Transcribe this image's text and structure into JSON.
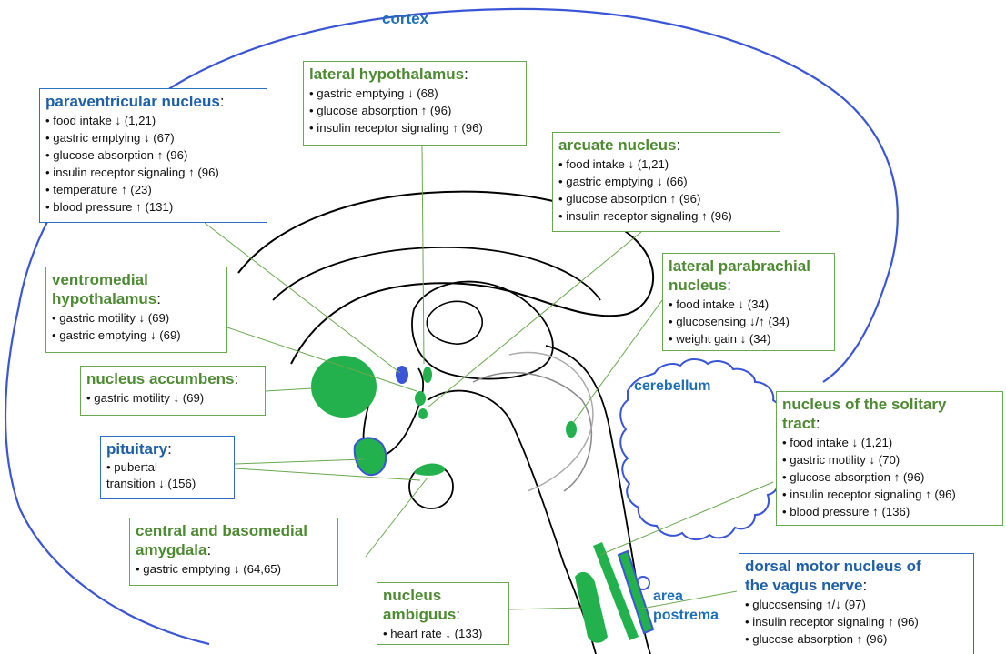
{
  "regions": {
    "cortex": "cortex",
    "cerebellum": "cerebellum",
    "area_postrema": "area\npostrema"
  },
  "boxes": {
    "paraventricular": {
      "title": "paraventricular nucleus",
      "items": [
        "food intake ↓ (1,21)",
        "gastric emptying ↓ (67)",
        "glucose absorption ↑ (96)",
        "insulin receptor signaling ↑ (96)",
        "temperature ↑ (23)",
        "blood pressure ↑ (131)"
      ]
    },
    "lateral_hypothalamus": {
      "title": "lateral hypothalamus",
      "items": [
        "gastric emptying ↓ (68)",
        "glucose absorption ↑ (96)",
        "insulin receptor signaling ↑ (96)"
      ]
    },
    "arcuate": {
      "title": "arcuate nucleus",
      "items": [
        "food intake ↓ (1,21)",
        "gastric emptying ↓ (66)",
        "glucose absorption ↑ (96)",
        "insulin receptor signaling ↑ (96)"
      ]
    },
    "ventromedial": {
      "title": "ventromedial\nhypothalamus",
      "items": [
        "gastric motility ↓ (69)",
        "gastric emptying ↓ (69)"
      ]
    },
    "lateral_parabrachial": {
      "title": "lateral parabrachial\nnucleus",
      "items": [
        "food intake ↓ (34)",
        "glucosensing ↓/↑ (34)",
        "weight gain ↓ (34)"
      ]
    },
    "accumbens": {
      "title": "nucleus accumbens",
      "items": [
        "gastric motility ↓ (69)"
      ]
    },
    "pituitary": {
      "title": "pituitary",
      "items": [
        "pubertal\ntransition ↓ (156)"
      ]
    },
    "solitary": {
      "title": "nucleus of the solitary\ntract",
      "items": [
        "food intake ↓ (1,21)",
        "gastric motility ↓ (70)",
        "glucose absorption ↑ (96)",
        "insulin receptor signaling ↑ (96)",
        "blood pressure ↑ (136)"
      ]
    },
    "amygdala": {
      "title": "central and basomedial\namygdala",
      "items": [
        "gastric emptying ↓ (64,65)"
      ]
    },
    "ambiguus": {
      "title": "nucleus\nambiguus",
      "items": [
        "heart rate ↓ (133)"
      ]
    },
    "dorsal_motor": {
      "title": "dorsal motor nucleus of\nthe vagus nerve",
      "items": [
        "glucosensing ↑/↓ (97)",
        "insulin receptor signaling ↑ (96)",
        "glucose absorption ↑ (96)"
      ]
    }
  },
  "colors": {
    "outline_blue": "#3a55d6",
    "nucleus_green": "#22b14c",
    "box_green": "#6aa84f",
    "box_blue": "#2f6fc0"
  }
}
